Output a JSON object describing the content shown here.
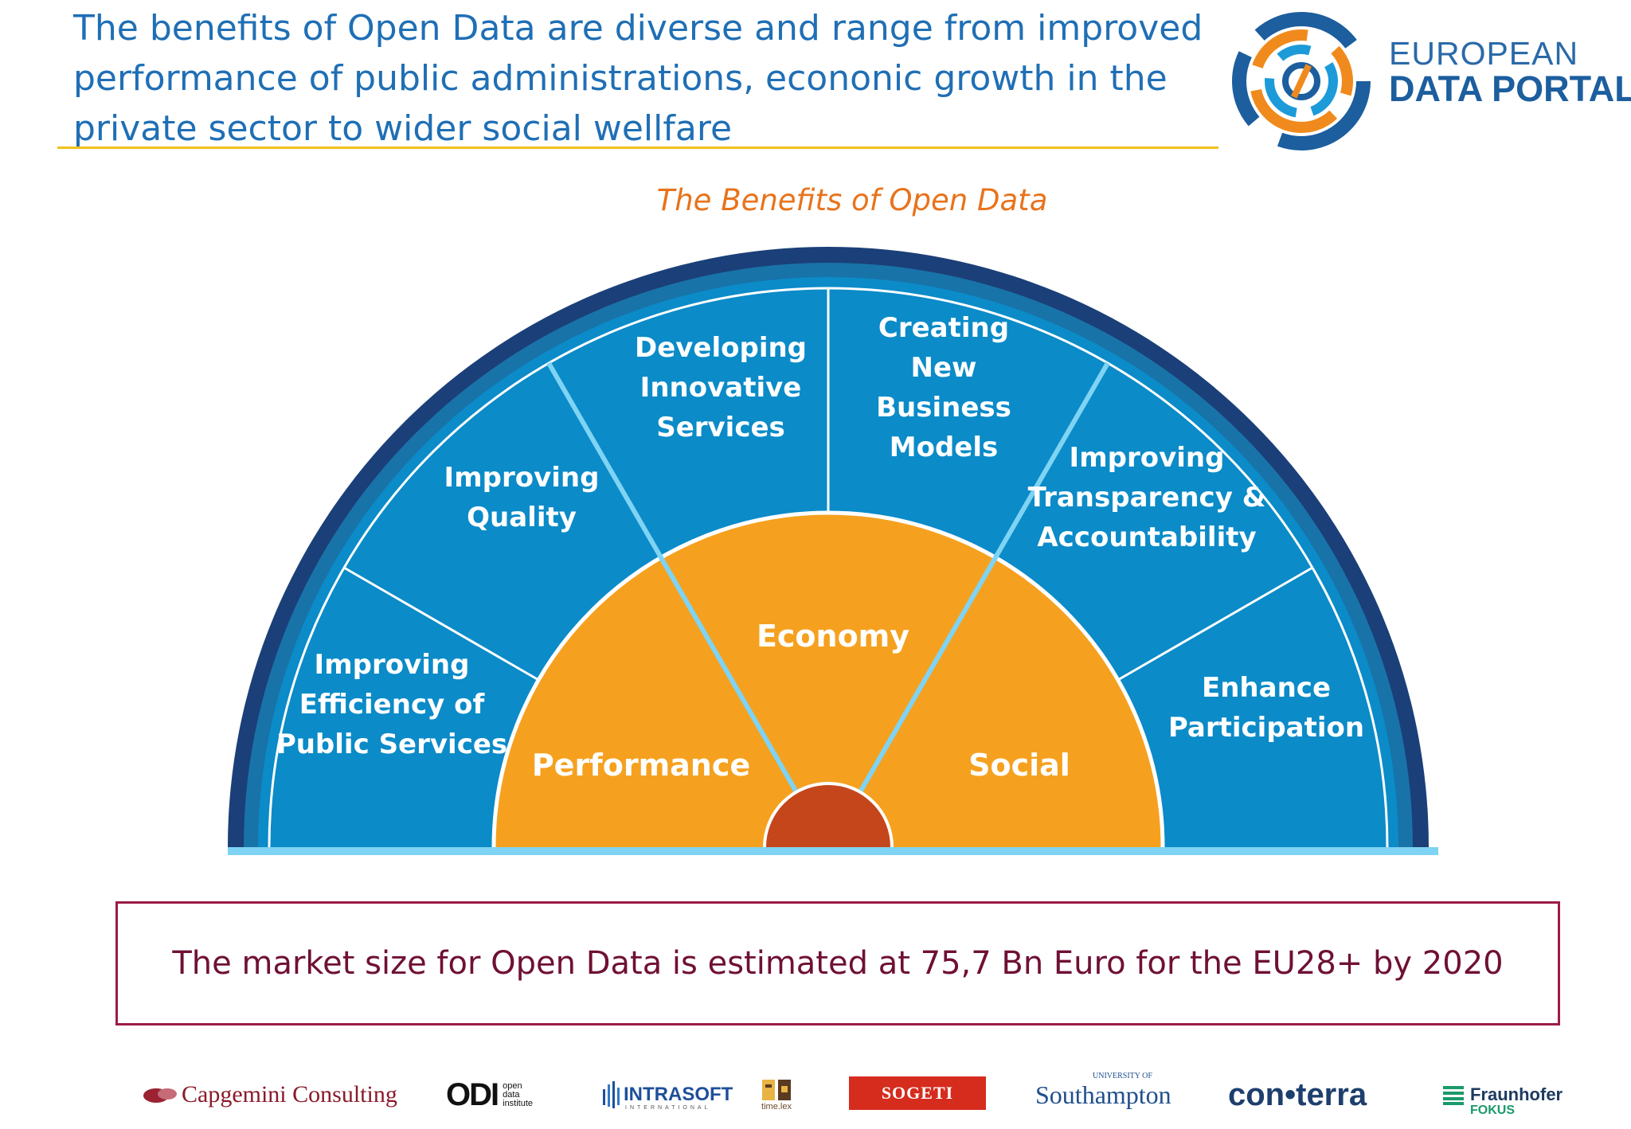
{
  "header": {
    "headline_lines": [
      "The benefits of Open Data are diverse and range from improved",
      "performance of public administrations, econonic growth in the",
      "private sector to wider social wellfare"
    ]
  },
  "logo": {
    "line1": "EUROPEAN",
    "line2": "DATA PORTAL"
  },
  "diagram": {
    "title": "The Benefits of Open Data",
    "outer_segments": [
      {
        "lines": [
          "Improving",
          "Efficiency of",
          "Public Services"
        ]
      },
      {
        "lines": [
          "Improving",
          "Quality"
        ]
      },
      {
        "lines": [
          "Developing",
          "Innovative",
          "Services"
        ]
      },
      {
        "lines": [
          "Creating",
          "New",
          "Business",
          "Models"
        ]
      },
      {
        "lines": [
          "Improving",
          "Transparency &",
          "Accountability"
        ]
      },
      {
        "lines": [
          "Enhance",
          "Participation"
        ]
      }
    ],
    "core_segments": [
      {
        "label": "Performance"
      },
      {
        "label": "Economy"
      },
      {
        "label": "Social"
      }
    ],
    "colors": {
      "outer_band_dark": "#1b3f78",
      "outer_band_mid": "#1873a8",
      "segment_fill": "#0b8bc8",
      "divider_light": "#7fd3f3",
      "core_fill": "#f5a11f",
      "hub_fill": "#c5461a"
    }
  },
  "market_note": "The market size for Open Data is estimated at 75,7 Bn Euro for the EU28+ by 2020",
  "partners": {
    "capgemini": "Capgemini Consulting",
    "odi_big": "ODI",
    "odi_small": [
      "open",
      "data",
      "institute"
    ],
    "intrasoft": "INTRASOFT",
    "intrasoft_sub": "INTERNATIONAL",
    "timelex": "time.lex",
    "sogeti": "SOGETI",
    "southampton": "Southampton",
    "southampton_uni": "UNIVERSITY OF",
    "conterra": "con•terra",
    "fraunhofer": "Fraunhofer",
    "fokus": "FOKUS"
  }
}
